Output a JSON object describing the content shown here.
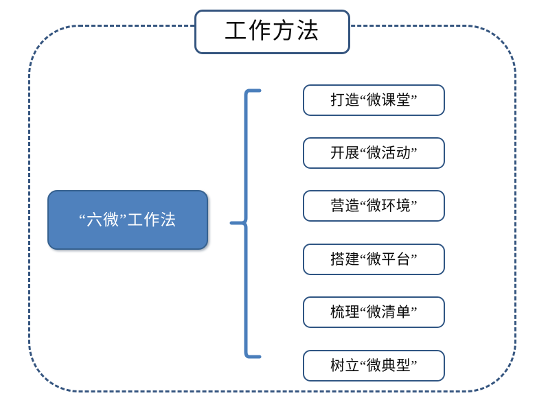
{
  "diagram": {
    "title": "工作方法",
    "root_node": {
      "label": "“六微”工作法"
    },
    "branches": [
      {
        "label": "打造“微课堂”"
      },
      {
        "label": "开展“微活动”"
      },
      {
        "label": "营造“微环境”"
      },
      {
        "label": "搭建“微平台”"
      },
      {
        "label": "梳理“微清单”"
      },
      {
        "label": "树立“微典型”"
      }
    ],
    "colors": {
      "frame_border": "#35557f",
      "title_border": "#35557f",
      "root_fill": "#4f81bd",
      "root_border": "#36618f",
      "root_text": "#ffffff",
      "item_border": "#2f5583",
      "item_fill": "#ffffff",
      "brace": "#4a7ebb",
      "text": "#0b0b0b",
      "background": "#ffffff"
    }
  }
}
